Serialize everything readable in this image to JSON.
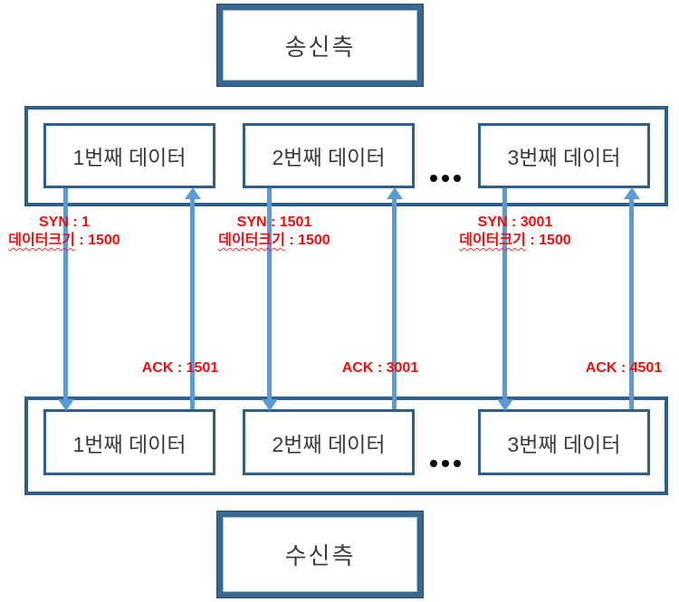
{
  "diagram": {
    "sender_label": "송신측",
    "receiver_label": "수신측",
    "top_boxes": [
      "1번째 데이터",
      "2번째 데이터",
      "3번째 데이터"
    ],
    "bottom_boxes": [
      "1번째 데이터",
      "2번째 데이터",
      "3번째 데이터"
    ],
    "syn_labels": [
      {
        "syn": "SYN : 1",
        "size_word": "데이터크기",
        "size_rest": " : 1500"
      },
      {
        "syn": "SYN : 1501",
        "size_word": "데이터크기",
        "size_rest": " : 1500"
      },
      {
        "syn": "SYN : 3001",
        "size_word": "데이터크기",
        "size_rest": " : 1500"
      }
    ],
    "ack_labels": [
      "ACK : 1501",
      "ACK : 3001",
      "ACK : 4501"
    ],
    "colors": {
      "border_dark_blue": "#2c5f8a",
      "arrow_light_blue": "#5b9bd5",
      "annotation_red": "#f50d0d",
      "dot_black": "#000000"
    }
  }
}
